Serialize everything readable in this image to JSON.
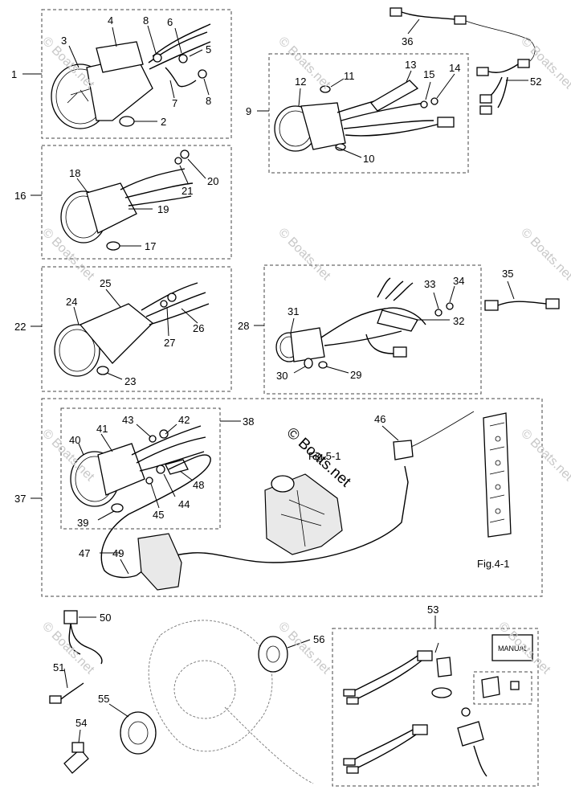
{
  "watermark": {
    "text": "© Boats.net",
    "center_text": "© Boats.net"
  },
  "callouts": {
    "n1": "1",
    "n2": "2",
    "n3": "3",
    "n4": "4",
    "n5": "5",
    "n6": "6",
    "n7": "7",
    "n8a": "8",
    "n8b": "8",
    "n9": "9",
    "n10": "10",
    "n11": "11",
    "n12": "12",
    "n13": "13",
    "n14": "14",
    "n15": "15",
    "n16": "16",
    "n17": "17",
    "n18": "18",
    "n19": "19",
    "n20": "20",
    "n21": "21",
    "n22": "22",
    "n23": "23",
    "n24": "24",
    "n25": "25",
    "n26": "26",
    "n27": "27",
    "n28": "28",
    "n29": "29",
    "n30": "30",
    "n31": "31",
    "n32": "32",
    "n33": "33",
    "n34": "34",
    "n35": "35",
    "n36": "36",
    "n37": "37",
    "n38": "38",
    "n39": "39",
    "n40": "40",
    "n41": "41",
    "n42": "42",
    "n43": "43",
    "n44": "44",
    "n45": "45",
    "n46": "46",
    "n47": "47",
    "n48": "48",
    "n49": "49",
    "n50": "50",
    "n51": "51",
    "n52": "52",
    "n53": "53",
    "n54": "54",
    "n55": "55",
    "n56": "56"
  },
  "figure_refs": {
    "fig5": "Fig.5-1",
    "fig4": "Fig.4-1"
  },
  "manual_label": "MANUAL"
}
